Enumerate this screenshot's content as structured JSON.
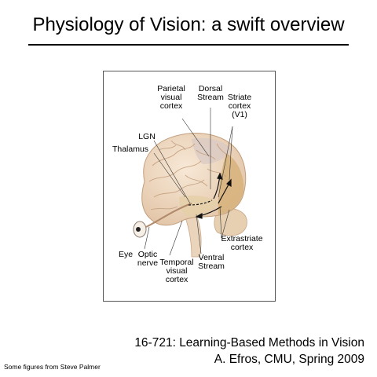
{
  "slide": {
    "title": "Physiology of Vision: a swift overview",
    "course": "16-721: Learning-Based Methods in Vision",
    "author": "A. Efros, CMU, Spring 2009",
    "credit": "Some figures from Steve Palmer"
  },
  "figure": {
    "labels": {
      "parietal": [
        "Parietal",
        "visual",
        "cortex"
      ],
      "dorsal": [
        "Dorsal",
        "Stream"
      ],
      "striate": [
        "Striate",
        "cortex",
        "(V1)"
      ],
      "lgn": [
        "LGN"
      ],
      "thalamus": [
        "Thalamus"
      ],
      "extrastriate": [
        "Extrastriate",
        "cortex"
      ],
      "eye": [
        "Eye"
      ],
      "optic": [
        "Optic",
        "nerve"
      ],
      "temporal": [
        "Temporal",
        "visual",
        "cortex"
      ],
      "ventral": [
        "Ventral",
        "Stream"
      ]
    },
    "colors": {
      "brain": "#f1dcc6",
      "brain_shade": "#d9b99a",
      "visual_area": "#d6b27a",
      "parietal_area": "#d9c9c4",
      "temporal_area": "#e4cfa7",
      "cerebellum": "#e7cfb2"
    }
  }
}
